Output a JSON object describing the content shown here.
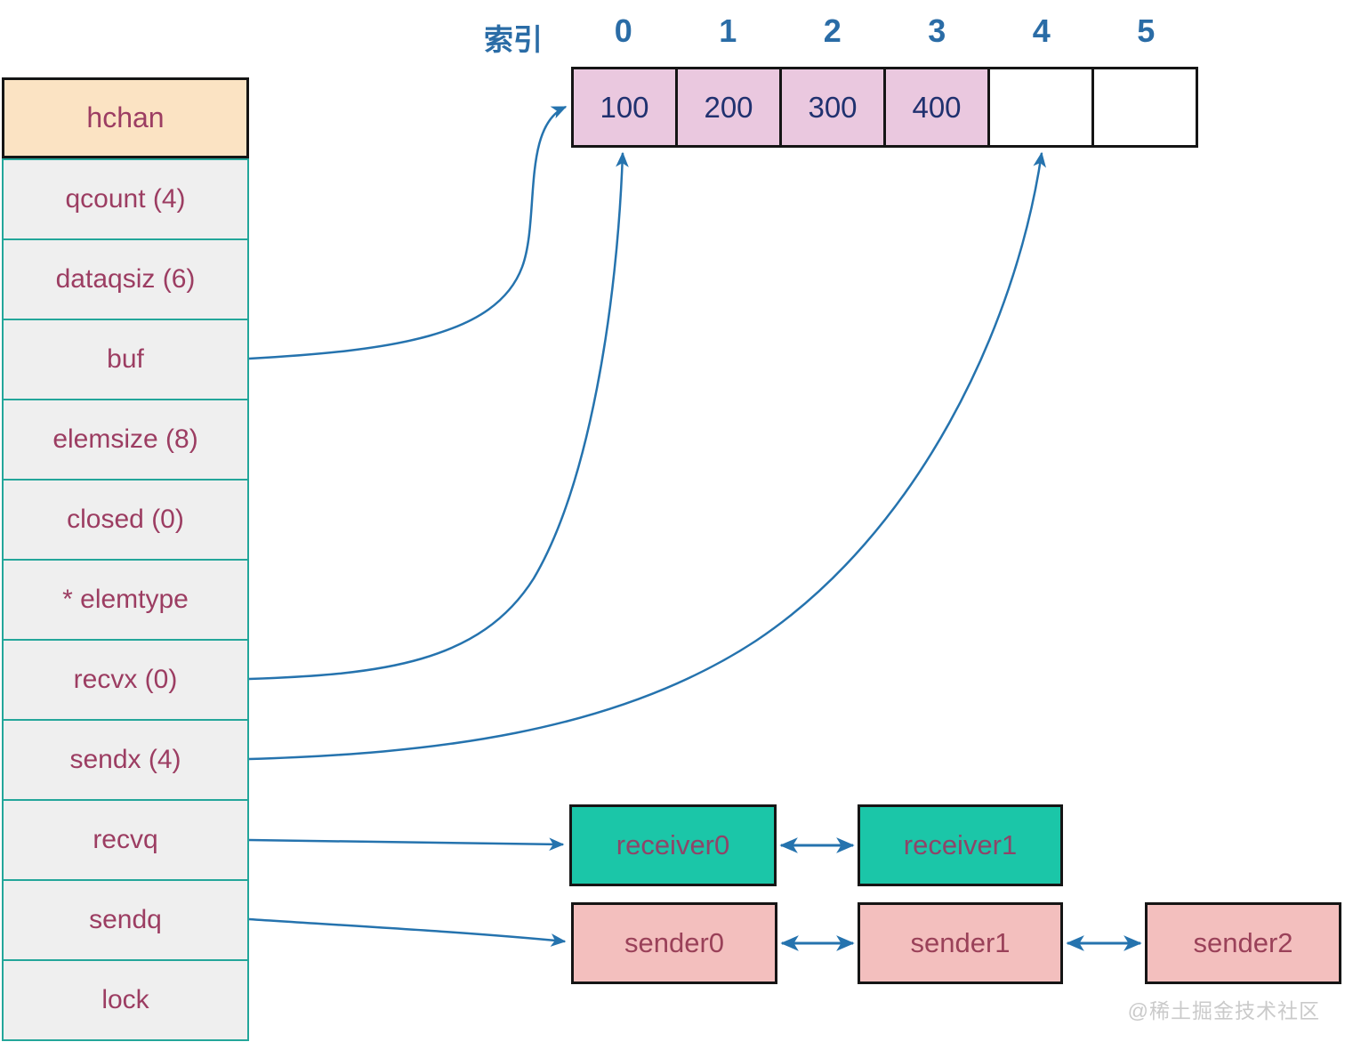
{
  "hchan_table": {
    "header": "hchan",
    "rows": [
      "qcount (4)",
      "dataqsiz (6)",
      "buf",
      "elemsize (8)",
      "closed (0)",
      "* elemtype",
      "recvx (0)",
      "sendx (4)",
      "recvq",
      "sendq",
      "lock"
    ]
  },
  "buffer_array": {
    "index_label": "索引",
    "indices": [
      "0",
      "1",
      "2",
      "3",
      "4",
      "5"
    ],
    "cells": [
      "100",
      "200",
      "300",
      "400",
      "",
      ""
    ]
  },
  "receiver_queue": {
    "items": [
      "receiver0",
      "receiver1"
    ]
  },
  "sender_queue": {
    "items": [
      "sender0",
      "sender1",
      "sender2"
    ]
  },
  "watermark": "@稀土掘金技术社区",
  "colors": {
    "header_fill": "#FBE3C3",
    "row_fill": "#EFEFEF",
    "row_border": "#23A69A",
    "box_border": "#151515",
    "label_text": "#9C3D62",
    "cell_fill": "#EAC8DF",
    "cell_text": "#20316F",
    "index_text": "#2A6CA6",
    "receiver_fill": "#1BC6A8",
    "sender_fill": "#F3BFBE",
    "arrow": "#2573AE",
    "watermark_text": "#CACACA"
  }
}
